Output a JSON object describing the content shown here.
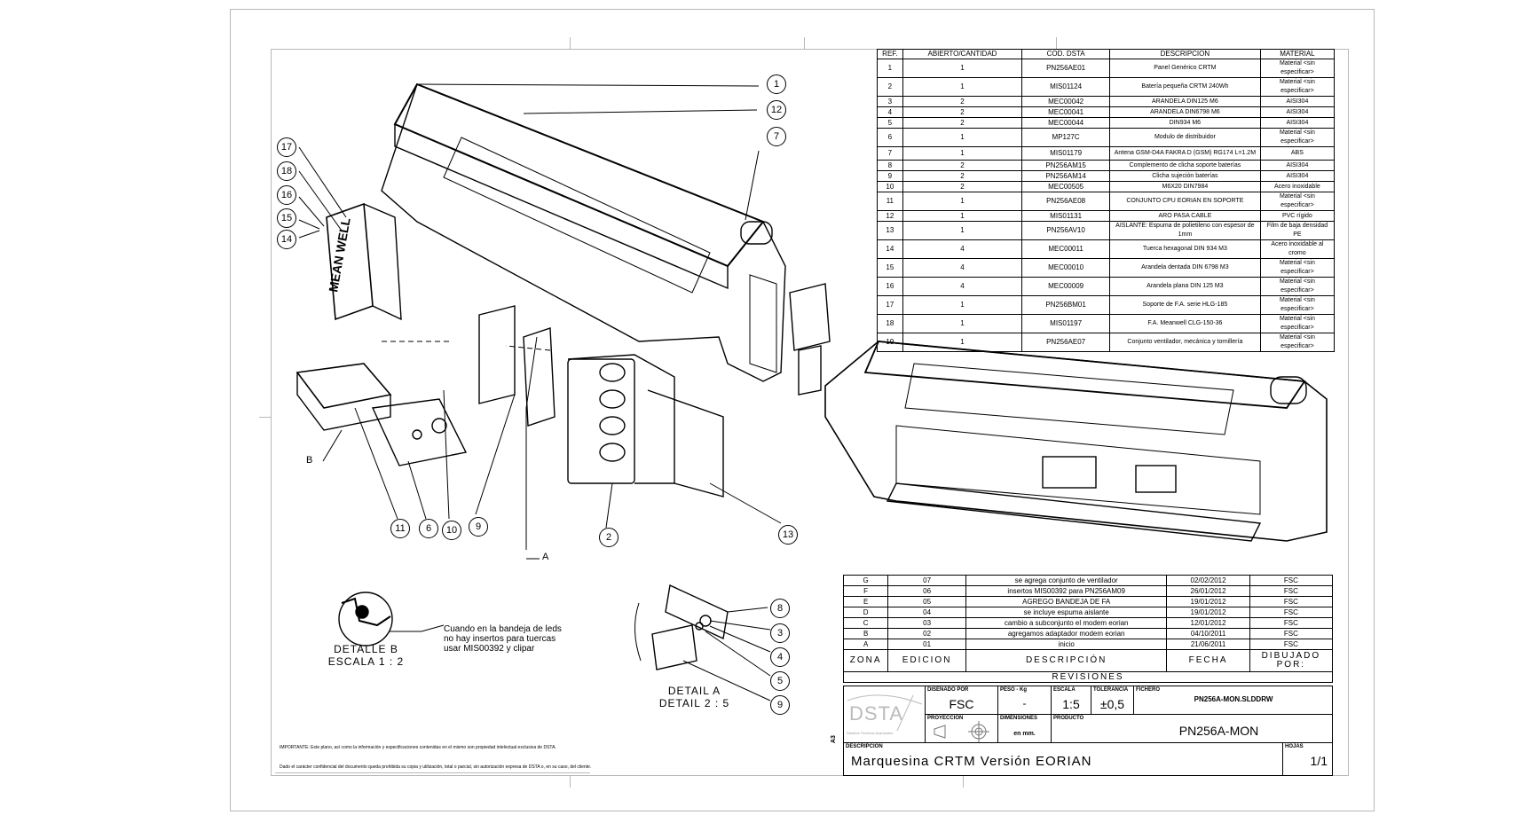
{
  "bom": {
    "headers": [
      "REF.",
      "ABIERTO/CANTIDAD",
      "COD. DSTA",
      "DESCRIPCION",
      "MATERIAL"
    ],
    "rows": [
      {
        "ref": "1",
        "qty": "1",
        "code": "PN256AE01",
        "desc": "Panel Genérico CRTM",
        "material": "Material <sin especificar>"
      },
      {
        "ref": "2",
        "qty": "1",
        "code": "MIS01124",
        "desc": "Batería pequeña CRTM 240Wh",
        "material": "Material <sin especificar>"
      },
      {
        "ref": "3",
        "qty": "2",
        "code": "MEC00042",
        "desc": "ARANDELA DIN125 M6",
        "material": "AISI304"
      },
      {
        "ref": "4",
        "qty": "2",
        "code": "MEC00041",
        "desc": "ARANDELA DIN6798 M6",
        "material": "AISI304"
      },
      {
        "ref": "5",
        "qty": "2",
        "code": "MEC00044",
        "desc": "DIN934 M6",
        "material": "AISI304"
      },
      {
        "ref": "6",
        "qty": "1",
        "code": "MP127C",
        "desc": "Modulo de distribuidor",
        "material": "Material <sin especificar>"
      },
      {
        "ref": "7",
        "qty": "1",
        "code": "MIS01179",
        "desc": "Antena GSM-D4A FAKRA D (GSM) RG174 L=1.2M",
        "material": "ABS"
      },
      {
        "ref": "8",
        "qty": "2",
        "code": "PN256AM15",
        "desc": "Complemento de clicha soporte baterías",
        "material": "AISI304"
      },
      {
        "ref": "9",
        "qty": "2",
        "code": "PN256AM14",
        "desc": "Clicha sujeción baterías",
        "material": "AISI304"
      },
      {
        "ref": "10",
        "qty": "2",
        "code": "MEC00505",
        "desc": "M6X20 DIN7984",
        "material": "Acero inoxidable"
      },
      {
        "ref": "11",
        "qty": "1",
        "code": "PN256AE08",
        "desc": "CONJUNTO CPU EORIAN EN SOPORTE",
        "material": "Material <sin especificar>"
      },
      {
        "ref": "12",
        "qty": "1",
        "code": "MIS01131",
        "desc": "ARO PASA CABLE",
        "material": "PVC rígido"
      },
      {
        "ref": "13",
        "qty": "1",
        "code": "PN256AV10",
        "desc": "AISLANTE: Espuma de polietileno con espesor de 1mm",
        "material": "Film de baja densidad PE"
      },
      {
        "ref": "14",
        "qty": "4",
        "code": "MEC00011",
        "desc": "Tuerca hexagonal DIN 934 M3",
        "material": "Acero inoxidable al cromo"
      },
      {
        "ref": "15",
        "qty": "4",
        "code": "MEC00010",
        "desc": "Arandela dentada DIN 6798 M3",
        "material": "Material <sin especificar>"
      },
      {
        "ref": "16",
        "qty": "4",
        "code": "MEC00009",
        "desc": "Arandela plana DIN 125 M3",
        "material": "Material <sin especificar>"
      },
      {
        "ref": "17",
        "qty": "1",
        "code": "PN256BM01",
        "desc": "Soporte de F.A. serie HLG-185",
        "material": "Material <sin especificar>"
      },
      {
        "ref": "18",
        "qty": "1",
        "code": "MIS01197",
        "desc": "F.A. Meanwell CLG-150-36",
        "material": "Material <sin especificar>"
      },
      {
        "ref": "19",
        "qty": "1",
        "code": "PN256AE07",
        "desc": "Conjunto ventilador, mecánica y tornillería",
        "material": "Material <sin especificar>"
      }
    ]
  },
  "revisions": {
    "rows": [
      {
        "zona": "G",
        "edicion": "07",
        "descripcion": "se agrega conjunto de ventilador",
        "fecha": "02/02/2012",
        "por": "FSC"
      },
      {
        "zona": "F",
        "edicion": "06",
        "descripcion": "insertos MIS00392 para PN256AM09",
        "fecha": "26/01/2012",
        "por": "FSC"
      },
      {
        "zona": "E",
        "edicion": "05",
        "descripcion": "AGREGO BANDEJA DE FA",
        "fecha": "19/01/2012",
        "por": "FSC"
      },
      {
        "zona": "D",
        "edicion": "04",
        "descripcion": "se incluye espuma aislante",
        "fecha": "19/01/2012",
        "por": "FSC"
      },
      {
        "zona": "C",
        "edicion": "03",
        "descripcion": "cambio a subconjunto el modem eorian",
        "fecha": "12/01/2012",
        "por": "FSC"
      },
      {
        "zona": "B",
        "edicion": "02",
        "descripcion": "agregamos adaptador modem eorian",
        "fecha": "04/10/2011",
        "por": "FSC"
      },
      {
        "zona": "A",
        "edicion": "01",
        "descripcion": "inicio",
        "fecha": "21/06/2011",
        "por": "FSC"
      }
    ],
    "headers": {
      "zona": "ZONA",
      "edicion": "EDICION",
      "descripcion": "DESCRIPCIÓN",
      "fecha": "FECHA",
      "por": "DIBUJADO POR:"
    },
    "title": "REVISIONES"
  },
  "title_block": {
    "logo": "DSTA",
    "logo_tagline": "Diseños Técnicos Avanzados",
    "designed_by_label": "DISEÑADO POR",
    "designed_by": "FSC",
    "weight_label": "PESO - Kg",
    "weight": "-",
    "scale_label": "ESCALA",
    "scale": "1:5",
    "tolerance_label": "TOLERANCIA",
    "tolerance": "±0,5",
    "file_label": "FICHERO",
    "file": "PN256A-MON.SLDDRW",
    "projection_label": "PROYECCIÓN",
    "dimensions_label": "DIMENSIONES",
    "dimensions": "en mm.",
    "product_label": "PRODUCTO",
    "product": "PN256A-MON",
    "description_label": "DESCRIPCIÓN",
    "description": "Marquesina CRTM Versión EORIAN",
    "sheets_label": "HOJAS",
    "sheets": "1/1",
    "size": "A3"
  },
  "annotations": {
    "detail_b_note": "Cuando en la bandeja de leds\nno hay insertos para tuercas\nusar MIS00392 y clipar",
    "detail_b_caption": "DETALLE B\nESCALA 1 : 2",
    "detail_a_caption": "DETAIL A\nDETAIL 2 : 5",
    "label_a": "A",
    "label_b": "B",
    "notice_1": "IMPORTANTE: Este plano, así como la información y especificaciones contenidas en el mismo son propiedad intelectual exclusiva de DSTA.",
    "notice_2": "Dado el carácter confidencial del documento queda prohibida su copia y utilización, total o parcial, sin autorización expresa de DSTA o, en su caso, del cliente."
  },
  "balloons": {
    "main": [
      "1",
      "12",
      "7",
      "17",
      "18",
      "16",
      "15",
      "14",
      "11",
      "6",
      "10",
      "9",
      "2",
      "13"
    ],
    "detail_a": [
      "8",
      "3",
      "4",
      "5",
      "9"
    ]
  }
}
